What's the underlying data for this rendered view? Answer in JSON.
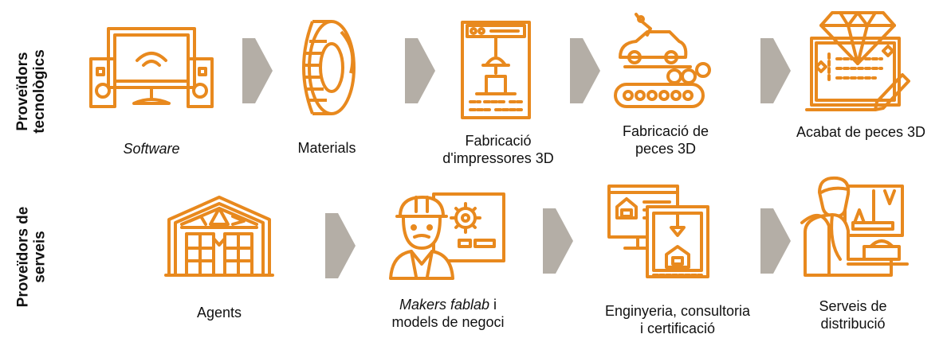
{
  "colors": {
    "accent": "#E8891E",
    "arrow": "#B4AEA6",
    "text": "#111111"
  },
  "rows": [
    {
      "label_line1": "Proveïdors",
      "label_line2": "tecnològics",
      "items": [
        {
          "icon": "computer-speakers-icon",
          "line1": "Software",
          "line2": ""
        },
        {
          "icon": "filament-spool-icon",
          "line1": "Materials",
          "line2": ""
        },
        {
          "icon": "3d-printer-icon",
          "line1": "Fabricació",
          "line2": "d'impressores 3D"
        },
        {
          "icon": "car-conveyor-icon",
          "line1": "Fabricació de",
          "line2": "peces 3D"
        },
        {
          "icon": "diamond-laptop-icon",
          "line1": "Acabat de peces 3D",
          "line2": ""
        }
      ]
    },
    {
      "label_line1": "Proveïdors de",
      "label_line2": "serveis",
      "items": [
        {
          "icon": "warehouse-icon",
          "line1": "Agents",
          "line2": ""
        },
        {
          "icon": "engineer-gear-icon",
          "line1_italic": "Makers fablab",
          "line1_rest": " i",
          "line2": "models de negoci"
        },
        {
          "icon": "engineering-screens-icon",
          "line1": "Enginyeria, consultoria",
          "line2": "i certificació"
        },
        {
          "icon": "designer-desk-icon",
          "line1": "Serveis de",
          "line2": "distribució"
        }
      ]
    }
  ]
}
